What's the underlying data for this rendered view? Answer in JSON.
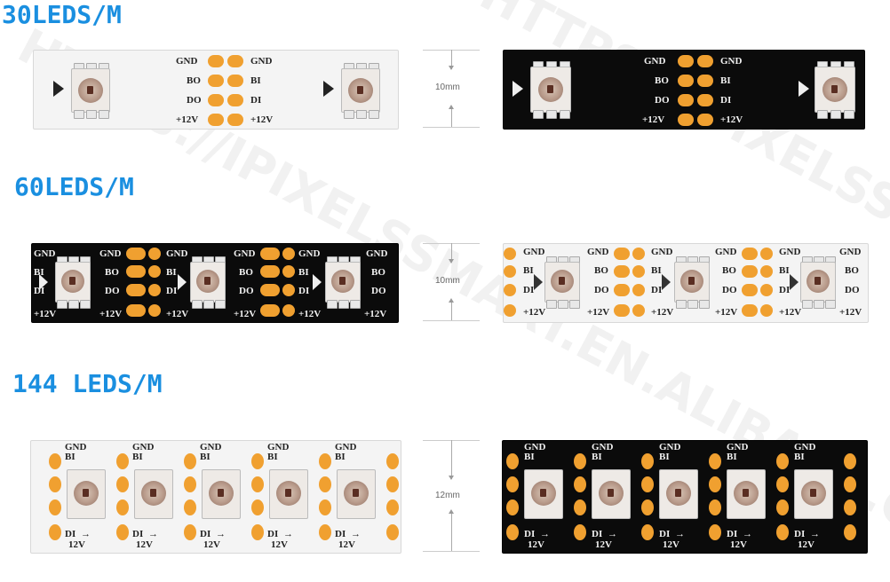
{
  "watermark": "HTTPS://IPIXELSSMART.EN.ALIBABA.COM",
  "sections": [
    {
      "title": "30LEDS/M",
      "dimension": "10mm",
      "strips": [
        {
          "theme": "white",
          "labels": {
            "gnd_left": "GND",
            "gnd_right": "GND",
            "bo": "BO",
            "bi": "BI",
            "do": "DO",
            "di": "DI",
            "v_left": "+12V",
            "v_right": "+12V"
          }
        },
        {
          "theme": "black",
          "labels": {
            "gnd_left": "GND",
            "gnd_right": "GND",
            "bo": "BO",
            "bi": "BI",
            "do": "DO",
            "di": "DI",
            "v_left": "+12V",
            "v_right": "+12V"
          }
        }
      ]
    },
    {
      "title": "60LEDS/M",
      "dimension": "10mm",
      "strips": [
        {
          "theme": "black",
          "labels": {
            "gnd": "GND",
            "bi": "BI",
            "bo": "BO",
            "di": "DI",
            "do": "DO",
            "v": "+12V"
          }
        },
        {
          "theme": "white",
          "labels": {
            "gnd": "GND",
            "bi": "BI",
            "bo": "BO",
            "di": "DI",
            "do": "DO",
            "v": "+12V"
          }
        }
      ]
    },
    {
      "title": "144 LEDS/M",
      "dimension": "12mm",
      "strips": [
        {
          "theme": "white",
          "labels": {
            "gnd": "GND",
            "bi": "BI",
            "di": "DI",
            "v": "12V"
          }
        },
        {
          "theme": "black",
          "labels": {
            "gnd": "GND",
            "bi": "BI",
            "di": "DI",
            "v": "12V"
          }
        }
      ]
    }
  ],
  "colors": {
    "title": "#1a8fe0",
    "pad": "#f0a030",
    "strip_white": "#f4f4f4",
    "strip_black": "#0b0b0b"
  }
}
